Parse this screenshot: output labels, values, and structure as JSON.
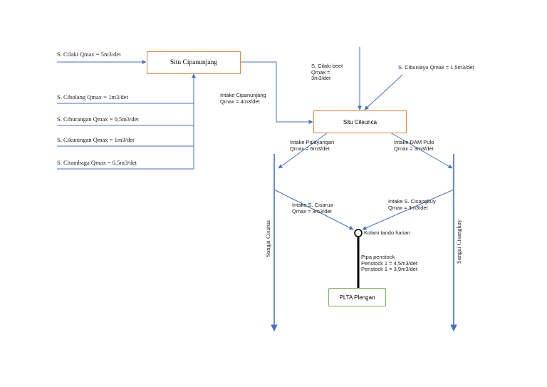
{
  "nodes": {
    "situ_cipanunjang": "Situ Cipanunjang",
    "situ_cileunca": "Situ Cileunca",
    "plta_plengan": "PLTA Plengan"
  },
  "tributaries_left": [
    "S. Cilaki Qmax = 5m3/det",
    "S. Cibolang Qmax = 1m3/det",
    "S. Cihurangan Qmax = 0,5m3/det",
    "S. Cikuningan Qmax = 1m3/det",
    "S. Citambaga Qmax = 0,5m3/det"
  ],
  "tributaries_top": {
    "cilaki_beet": "S. Cilaki beet\nQmax =\n3m3/det",
    "cibuniayu": "S. Cibuniayu Qmax = 1,5m3/det"
  },
  "intakes": {
    "cipanunjang": "Intake Cipanunjang\nQmax = 4m3/det",
    "palayangan": "Intake Palayangan\nQmax = 6m3/det",
    "dam_pulo": "Intake DAM Pulo\nQmax = 3m3/det",
    "cisarua": "Intake S. Cisarua\nQmax = 3m3/det",
    "cisangkuy": "Intake S. Cisangkuy\nQmax = 3m3/det"
  },
  "kolam": "Kolam tando harian",
  "penstock": "Pipa penstock\nPenstock 1 = 4,5m3/det\nPenstock 1 = 3,9m3/det",
  "rivers": {
    "left": "Sungai Cisarua",
    "right": "Sungai Cisangkuy"
  },
  "colors": {
    "arrow": "#4472c4",
    "reservoir_border": "#e8843a",
    "plant_border": "#76b35a",
    "penstock": "#000000"
  }
}
